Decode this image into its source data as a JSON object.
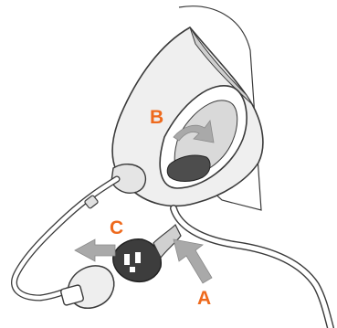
{
  "labels": {
    "a": "A",
    "b": "B",
    "c": "C"
  },
  "colors": {
    "label": "#ee6a1d",
    "line": "#3a3a3a",
    "shade": "#d6d6d6",
    "light_shade": "#ececec",
    "dark_part": "#4d4d4d",
    "arrow": "#a9a9a9"
  }
}
